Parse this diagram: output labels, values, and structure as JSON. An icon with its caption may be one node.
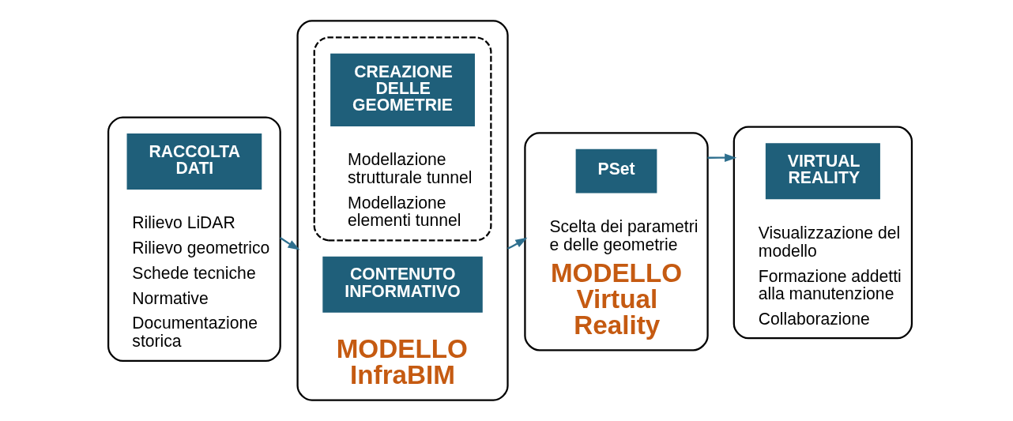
{
  "diagram": {
    "nodes": [
      {
        "text": [
          "Rilievo LiDAR",
          "Rilievo geometrico",
          "Schede tecniche",
          "Normative",
          "Documentazione storica"
        ]
      },
      {
        "text": [
          "RACCOLTA DATI"
        ],
        "in": 0
      },
      {
        "text": [
          "MODELLO InfraBIM"
        ]
      },
      {
        "text": [
          "Modellazione strutturale tunnel",
          "Modellazione elementi tunnel"
        ],
        "in": 2
      },
      {
        "text": [
          "CREAZIONE DELLE GEOMETRIE"
        ],
        "in": 3
      },
      {
        "text": [
          "CONTENUTO INFORMATIVO"
        ],
        "in": 2
      },
      {
        "text": [
          "Scelta dei parametri e delle geometrie",
          "MODELLO Virtual Reality"
        ]
      },
      {
        "text": [
          "PSet"
        ],
        "in": 6
      },
      {
        "text": [
          "Visualizzazione del modello",
          "Formazione addetti alla manutenzione",
          "Collaborazione"
        ]
      },
      {
        "text": [
          "VIRTUAL REALITY"
        ],
        "in": 8
      }
    ],
    "edges": [
      {
        "from": 0,
        "to": 2,
        "arrow": "to"
      },
      {
        "from": 2,
        "to": 6,
        "arrow": "to"
      },
      {
        "from": 6,
        "to": 8,
        "arrow": "to"
      }
    ]
  }
}
